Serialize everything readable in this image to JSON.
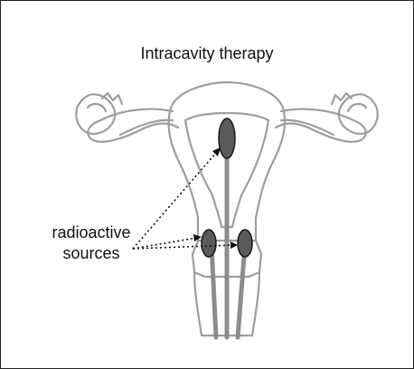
{
  "figure": {
    "title": "Intracavity therapy",
    "label_line1": "radioactive",
    "label_line2": "sources"
  },
  "colors": {
    "outline": "#9e9e9e",
    "applicator": "#8c8c8c",
    "source_fill": "#5a5a5a",
    "source_stroke": "#1a1a1a",
    "pointer": "#111111",
    "text": "#111111"
  }
}
